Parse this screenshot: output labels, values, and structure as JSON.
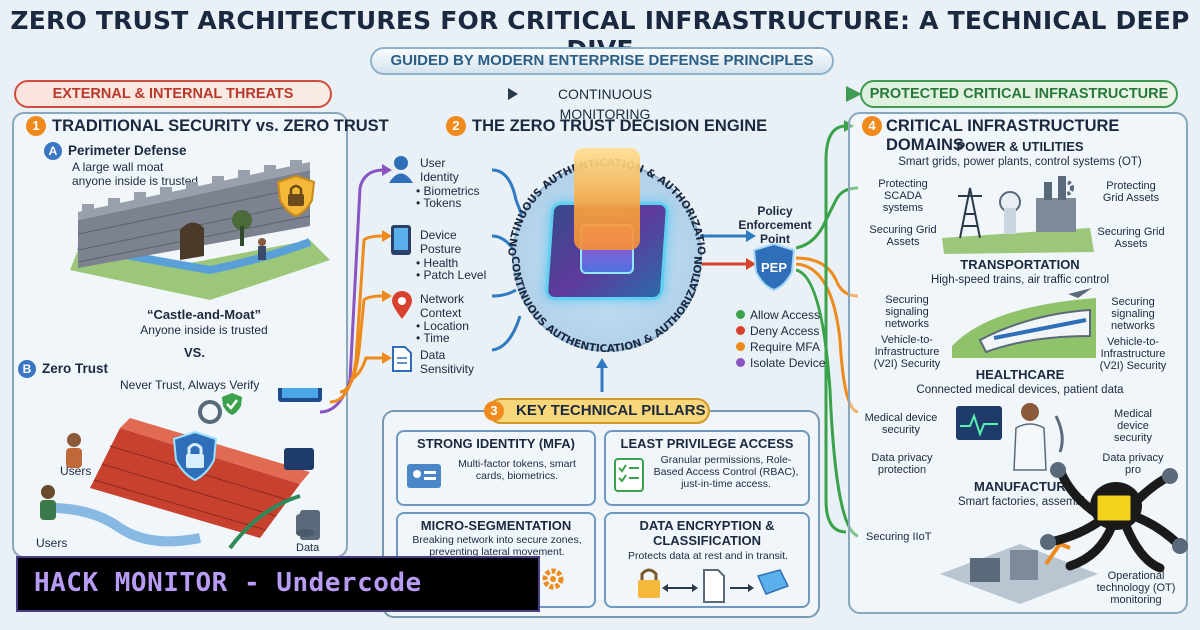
{
  "title": "ZERO TRUST ARCHITECTURES FOR CRITICAL INFRASTRUCTURE: A TECHNICAL DEEP DIVE",
  "subtitle": "GUIDED BY MODERN ENTERPRISE DEFENSE PRINCIPLES",
  "flow": {
    "threats": "EXTERNAL & INTERNAL THREATS",
    "monitoring": "CONTINUOUS MONITORING",
    "protected": "PROTECTED CRITICAL INFRASTRUCTURE"
  },
  "section1": {
    "num": "1",
    "heading": "TRADITIONAL SECURITY vs. ZERO TRUST",
    "a_letter": "A",
    "a_title": "Perimeter Defense",
    "a_desc": "A large wall moat anyone inside is trusted",
    "castle_title": "“Castle-and-Moat”",
    "castle_desc": "Anyone inside is trusted",
    "vs": "VS.",
    "b_letter": "B",
    "b_title": "Zero Trust",
    "b_desc": "Never Trust, Always Verify",
    "users1": "Users",
    "users2": "Users",
    "data_label": "Data"
  },
  "section2": {
    "num": "2",
    "heading": "THE ZERO TRUST DECISION ENGINE",
    "ring_top": "CONTINUOUS AUTHENTICATION & AUTHORIZATION",
    "ring_bottom": "CONTINUOUS AUTHENTICATION & AUTHORIZATION",
    "inputs": [
      {
        "title": "User Identity",
        "items": [
          "• Biometrics",
          "• Tokens"
        ]
      },
      {
        "title": "Device Posture",
        "items": [
          "• Health",
          "• Patch Level"
        ]
      },
      {
        "title": "Network Context",
        "items": [
          "• Location",
          "• Time"
        ]
      },
      {
        "title": "Data Sensitivity",
        "items": []
      }
    ],
    "pep_caption": "Policy Enforcement Point",
    "pep_label": "PEP",
    "actions": [
      {
        "label": "Allow Access",
        "color": "#3aa24a"
      },
      {
        "label": "Deny Access",
        "color": "#d9412f"
      },
      {
        "label": "Require MFA",
        "color": "#ef8a1c"
      },
      {
        "label": "Isolate Device",
        "color": "#8a55c2"
      }
    ]
  },
  "section3": {
    "num": "3",
    "heading": "KEY TECHNICAL PILLARS",
    "pillars": [
      {
        "title": "STRONG IDENTITY (MFA)",
        "desc": "Multi-factor tokens, smart cards, biometrics."
      },
      {
        "title": "LEAST PRIVILEGE ACCESS",
        "desc": "Granular permissions, Role-Based Access Control (RBAC), just-in-time access."
      },
      {
        "title": "MICRO-SEGMENTATION",
        "desc": "Breaking network into secure zones, preventing lateral movement."
      },
      {
        "title": "DATA ENCRYPTION & CLASSIFICATION",
        "desc": "Protects data at rest and in transit."
      }
    ]
  },
  "section4": {
    "num": "4",
    "heading": "CRITICAL INFRASTRUCTURE DOMAINS",
    "power": {
      "title": "POWER & UTILITIES",
      "desc": "Smart grids, power plants, control systems (OT)",
      "left1": "Protecting SCADA systems",
      "left2": "Securing Grid Assets",
      "right1": "Protecting Grid Assets",
      "right2": "Securing Grid Assets"
    },
    "transport": {
      "title": "TRANSPORTATION",
      "desc": "High-speed trains, air traffic control",
      "left1": "Securing signaling networks",
      "left2": "Vehicle-to-Infrastructure (V2I) Security",
      "right1": "Securing signaling networks",
      "right2": "Vehicle-to-Infrastructure (V2I) Security"
    },
    "health": {
      "title": "HEALTHCARE",
      "desc": "Connected medical devices, patient data",
      "left1": "Medical device security",
      "left2": "Data privacy protection",
      "right1": "Medical device security",
      "right2": "Data privacy pro"
    },
    "manufacturing": {
      "title": "MANUFACTURI",
      "desc": "Smart factories, assembl",
      "left1": "Securing IIoT",
      "right1": "Operational technology (OT) monitoring"
    }
  },
  "banner": "HACK MONITOR - Undercode",
  "colors": {
    "orange_flow": "#ef8a1c",
    "green_flow": "#3aa24a",
    "red_flow": "#d9412f",
    "purple_flow": "#8a55c2",
    "threat_red": "#d14d3f",
    "protected_green": "#3f9a52"
  }
}
